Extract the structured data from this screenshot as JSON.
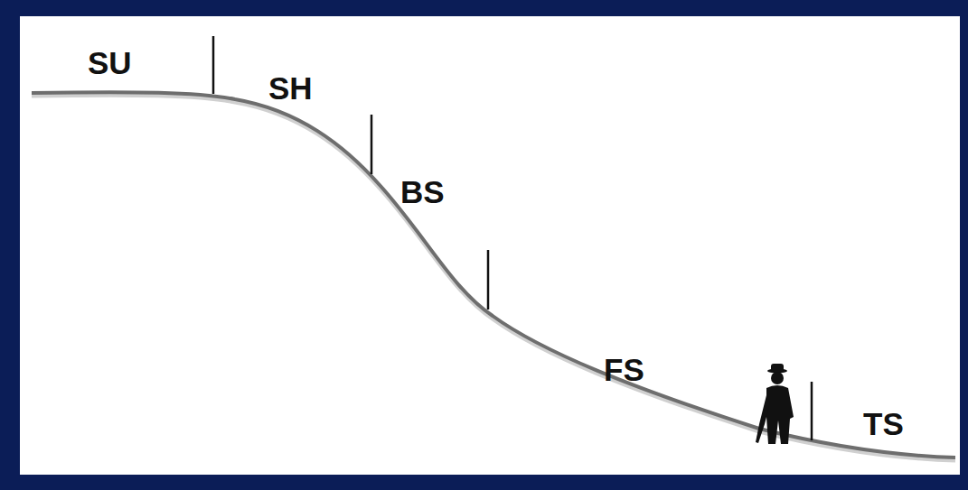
{
  "diagram": {
    "labels": [
      "SU",
      "SH",
      "BS",
      "FS",
      "TS"
    ]
  }
}
